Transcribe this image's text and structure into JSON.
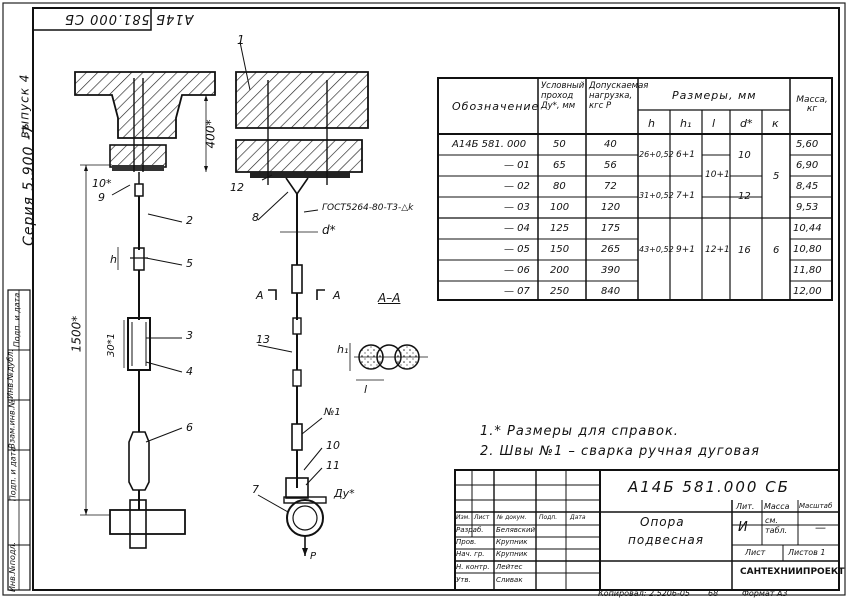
{
  "document": {
    "code_rotated": "А14Б 581.000 СБ",
    "series": "Серия 5.900 -7",
    "issue": "выпуск 4",
    "side_stamp": [
      "Инв.№подл.",
      "Подп. и дата",
      "Взам.инв.№",
      "Инв.№дубл.",
      "Подп. и дата"
    ]
  },
  "drawing": {
    "labels": {
      "l1": "1",
      "l2": "2",
      "l3": "3",
      "l4": "4",
      "l5": "5",
      "l6": "6",
      "l7": "7",
      "l8": "8",
      "l9": "9",
      "l10": "10",
      "l11": "11",
      "l12": "12",
      "l13": "13",
      "dim_10": "10*",
      "dim_400": "400*",
      "dim_1500": "1500*",
      "dim_h": "h",
      "dim_h1": "h₁",
      "dim_l": "l",
      "dim_30": "30*1",
      "d": "d*",
      "dy": "Ду*",
      "p": "P",
      "weld": "№1",
      "section_a": "А",
      "section_aa": "А–А",
      "gost": "ГОСТ5264-80-Т3-△k"
    }
  },
  "table": {
    "headers": {
      "designation": "Обозначение",
      "nominal": "Условный проход Ду*, мм",
      "load": "Допускаемая нагрузка, кгс P",
      "dims": "Размеры, мм",
      "h": "h",
      "h1": "h₁",
      "l": "l",
      "d": "d*",
      "k": "к",
      "mass": "Масса, кг"
    },
    "rows": [
      {
        "des": "А14Б 581. 000",
        "du": "50",
        "p": "40",
        "mass": "5,60"
      },
      {
        "des": "— 01",
        "du": "65",
        "p": "56",
        "mass": "6,90"
      },
      {
        "des": "— 02",
        "du": "80",
        "p": "72",
        "mass": "8,45"
      },
      {
        "des": "— 03",
        "du": "100",
        "p": "120",
        "mass": "9,53"
      },
      {
        "des": "— 04",
        "du": "125",
        "p": "175",
        "mass": "10,44"
      },
      {
        "des": "— 05",
        "du": "150",
        "p": "265",
        "mass": "10,80"
      },
      {
        "des": "— 06",
        "du": "200",
        "p": "390",
        "mass": "11,80"
      },
      {
        "des": "— 07",
        "du": "250",
        "p": "840",
        "mass": "12,00"
      }
    ],
    "merged": {
      "h_a": "26+0,52",
      "h_b": "31+0,52",
      "h_c": "43+0,52",
      "h1_a": "6+1",
      "h1_b": "7+1",
      "h1_c": "9+1",
      "l_a": "10+1",
      "l_b": "12+1",
      "d_a": "10",
      "d_b": "12",
      "d_c": "16",
      "k_a": "5",
      "k_b": "6"
    }
  },
  "notes": {
    "n1": "1.* Размеры для справок.",
    "n2": "2. Швы №1 – сварка ручная дуговая"
  },
  "title_block": {
    "doc_code": "А14Б 581.000 СБ",
    "name_line1": "Опора",
    "name_line2": "подвесная",
    "col_lit": "Лит.",
    "col_mass": "Масса",
    "col_scale": "Масштаб",
    "lit_value": "И",
    "mass_value": "см. табл.",
    "scale_value": "—",
    "sheet": "Лист",
    "sheets": "Листов 1",
    "org": "САНТЕХНИИПРОЕКТ",
    "rows_head": [
      "Изм.",
      "Лист",
      "№ докум.",
      "Подп.",
      "Дата"
    ],
    "roles": [
      {
        "role": "Разраб.",
        "name": "Белявский"
      },
      {
        "role": "Пров.",
        "name": "Крупник"
      },
      {
        "role": "Нач. гр.",
        "name": "Крупник"
      },
      {
        "role": "Н. контр.",
        "name": "Лейтес"
      },
      {
        "role": "Утв.",
        "name": "Сливак"
      }
    ]
  },
  "footer": {
    "copied": "Копировал: 2.5206-05",
    "num": "68",
    "format": "Формат А3"
  }
}
